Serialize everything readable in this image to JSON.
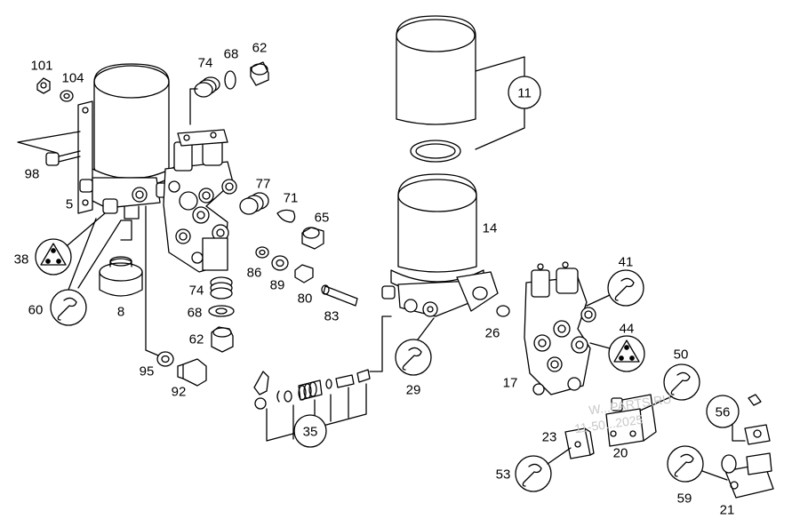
{
  "labels": {
    "p101": "101",
    "p104": "104",
    "p98": "98",
    "p5": "5",
    "p38": "38",
    "p60": "60",
    "p8": "8",
    "p74a": "74",
    "p68a": "68",
    "p62a": "62",
    "p77": "77",
    "p71": "71",
    "p65": "65",
    "p86": "86",
    "p89": "89",
    "p80": "80",
    "p83": "83",
    "p74b": "74",
    "p68b": "68",
    "p62b": "62",
    "p95": "95",
    "p92": "92",
    "p11": "11",
    "p14": "14",
    "p26": "26",
    "p29": "29",
    "p35": "35",
    "p41": "41",
    "p44": "44",
    "p17": "17",
    "p50": "50",
    "p20": "20",
    "p23": "23",
    "p53": "53",
    "p56": "56",
    "p59": "59",
    "p21": "21"
  },
  "watermark": {
    "line1": "W...PARTS.RU",
    "line2": "11-50...2025"
  },
  "colors": {
    "ink": "#000000",
    "paper": "#ffffff",
    "watermark": "#c8c8c8"
  },
  "icons": {
    "wrench": "wrench-icon",
    "triangle": "triangle-bolt-icon"
  }
}
